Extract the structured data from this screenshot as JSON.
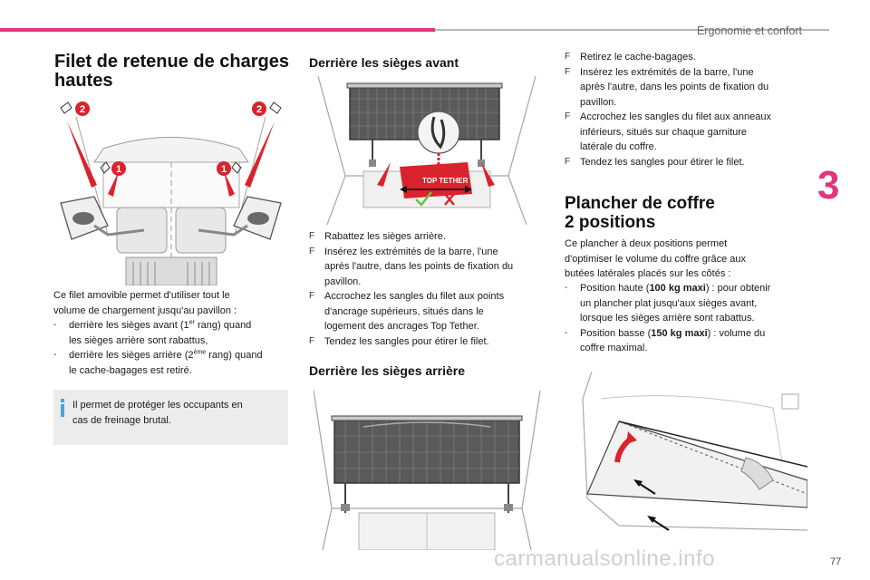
{
  "header": {
    "section_title": "Ergonomie et confort"
  },
  "chapter": {
    "number": "3"
  },
  "page": {
    "number": "77"
  },
  "col1": {
    "title_line1": "Filet de retenue de charges",
    "title_line2": "hautes",
    "fig_labels": {
      "one": "1",
      "two": "2"
    },
    "intro_line1": "Ce filet amovible permet d'utiliser tout le",
    "intro_line2": "volume de chargement jusqu'au pavillon :",
    "item1": {
      "bullet": "-",
      "text_a": "derrière les sièges avant (1",
      "sup": "er",
      "text_b": " rang) quand",
      "text_c": "les sièges arrière sont rabattus,"
    },
    "item2": {
      "bullet": "-",
      "text_a": "derrière les sièges arrière (2",
      "sup": "ème",
      "text_b": " rang) quand",
      "text_c": "le cache-bagages est retiré."
    },
    "info_line1": "Il permet de protéger les occupants en",
    "info_line2": "cas de freinage brutal."
  },
  "col2": {
    "section1_title": "Derrière les sièges avant",
    "fig_top_tether": "TOP TETHER",
    "steps": [
      {
        "marker": "F",
        "lines": [
          "Rabattez les sièges arrière."
        ]
      },
      {
        "marker": "F",
        "lines": [
          "Insérez les extrémités de la barre, l'une",
          "après l'autre, dans les points de fixation du",
          "pavillon."
        ]
      },
      {
        "marker": "F",
        "lines": [
          "Accrochez les sangles du filet aux points",
          "d'ancrage supérieurs, situés dans le",
          "logement des ancrages Top Tether."
        ]
      },
      {
        "marker": "F",
        "lines": [
          "Tendez les sangles pour étirer le filet."
        ]
      }
    ],
    "section2_title": "Derrière les sièges arrière"
  },
  "col3": {
    "steps": [
      {
        "marker": "F",
        "lines": [
          "Retirez le cache-bagages."
        ]
      },
      {
        "marker": "F",
        "lines": [
          "Insérez les extrémités de la barre, l'une",
          "après l'autre, dans les points de fixation du",
          "pavillon."
        ]
      },
      {
        "marker": "F",
        "lines": [
          "Accrochez les sangles du filet aux anneaux",
          "inférieurs, situés sur chaque garniture",
          "latérale du coffre."
        ]
      },
      {
        "marker": "F",
        "lines": [
          "Tendez les sangles pour étirer le filet."
        ]
      }
    ],
    "plancher_title_line1": "Plancher de coffre",
    "plancher_title_line2": "2 positions",
    "plancher_intro": [
      "Ce plancher à deux positions permet",
      "d'optimiser le volume du coffre grâce aux",
      "butées latérales placés sur les côtés :"
    ],
    "pos_haute": {
      "bullet": "-",
      "text_a": "Position haute (",
      "bold": "100 kg maxi",
      "text_b": ") : pour obtenir",
      "text_c": "un plancher plat jusqu'aux sièges avant,",
      "text_d": "lorsque les sièges arrière sont rabattus."
    },
    "pos_basse": {
      "bullet": "-",
      "text_a": "Position basse (",
      "bold": "150 kg maxi",
      "text_b": ") : volume du",
      "text_c": "coffre maximal."
    }
  },
  "footer": {
    "watermark": "carmanualsonline.info"
  },
  "colors": {
    "accent_pink": "#e2367c",
    "rule_grey": "#b9b9b9",
    "red": "#d9232d",
    "info_blue": "#4aa3df",
    "green": "#6fbf3f",
    "info_bg": "#ececec"
  },
  "icons": {
    "info": "info-icon",
    "check": "check-icon",
    "cross": "cross-icon",
    "arrow": "arrow-icon"
  }
}
